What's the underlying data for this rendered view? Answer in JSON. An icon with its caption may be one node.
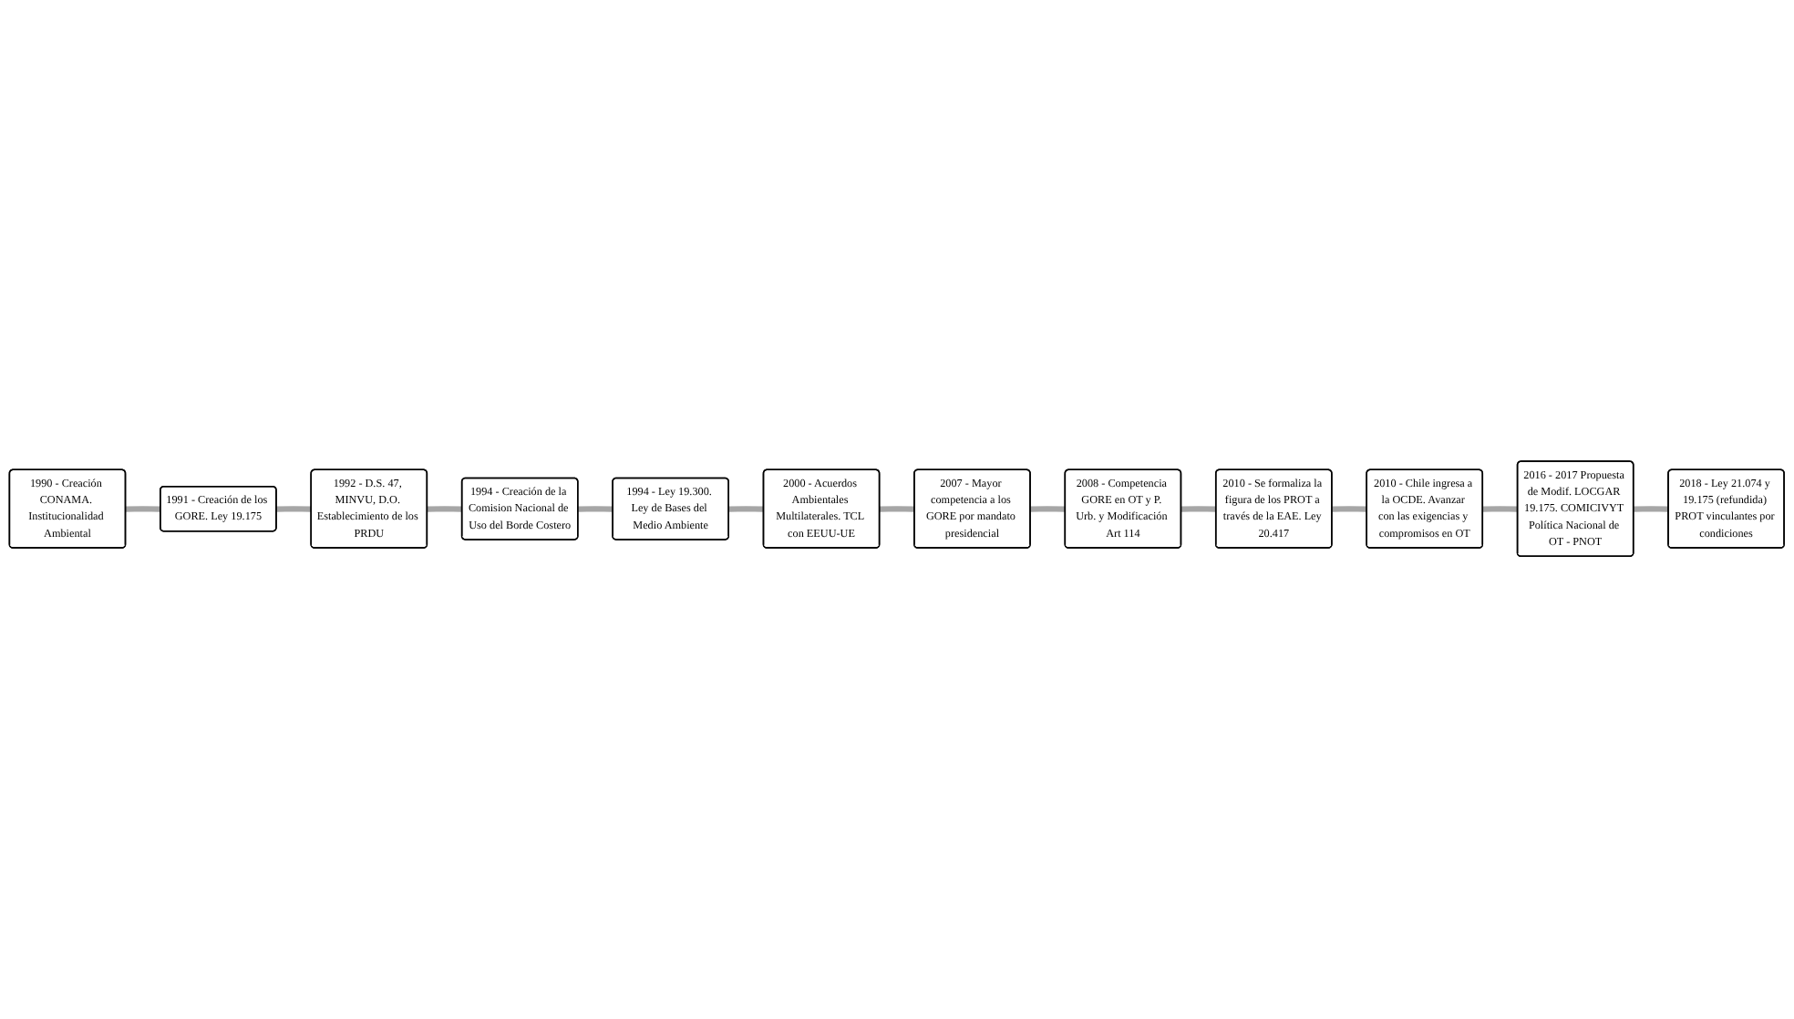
{
  "diagram": {
    "nodes": [
      {
        "text": [
          "1990 - Creación CONAMA. Institucionalidad Ambiental"
        ]
      },
      {
        "text": [
          "1991 - Creación de los GORE. Ley 19.175"
        ]
      },
      {
        "text": [
          "1992 - D.S. 47, MINVU, D.O. Establecimiento de los PRDU"
        ]
      },
      {
        "text": [
          "1994 - Creación de la Comision Nacional de Uso del Borde Costero"
        ]
      },
      {
        "text": [
          "1994 - Ley 19.300. Ley de Bases del Medio Ambiente"
        ]
      },
      {
        "text": [
          "2000 - Acuerdos Ambientales Multilaterales. TCL con EEUU-UE"
        ]
      },
      {
        "text": [
          "2007 - Mayor competencia a los GORE por mandato presidencial"
        ]
      },
      {
        "text": [
          "2008 - Competencia GORE en OT y P. Urb. y Modificación Art 114"
        ]
      },
      {
        "text": [
          "2010 - Se formaliza la figura de los PROT a través de la EAE. Ley 20.417"
        ]
      },
      {
        "text": [
          "2010 - Chile ingresa a la OCDE. Avanzar con las exigencias y compromisos en OT"
        ]
      },
      {
        "text": [
          "2016 - 2017 Propuesta de Modif. LOCGAR 19.175. COMICIVYT Política Nacional de OT - PNOT"
        ]
      },
      {
        "text": [
          "2018 - Ley 21.074 y 19.175 (refundida) PROT vinculantes por condiciones"
        ]
      }
    ],
    "edges": [
      {
        "from": 0,
        "to": 1,
        "arrow": "none"
      },
      {
        "from": 1,
        "to": 2,
        "arrow": "none"
      },
      {
        "from": 2,
        "to": 3,
        "arrow": "none"
      },
      {
        "from": 3,
        "to": 4,
        "arrow": "none"
      },
      {
        "from": 4,
        "to": 5,
        "arrow": "none"
      },
      {
        "from": 5,
        "to": 6,
        "arrow": "none"
      },
      {
        "from": 6,
        "to": 7,
        "arrow": "none"
      },
      {
        "from": 7,
        "to": 8,
        "arrow": "none"
      },
      {
        "from": 8,
        "to": 9,
        "arrow": "none"
      },
      {
        "from": 9,
        "to": 10,
        "arrow": "none"
      },
      {
        "from": 10,
        "to": 11,
        "arrow": "none"
      }
    ]
  }
}
